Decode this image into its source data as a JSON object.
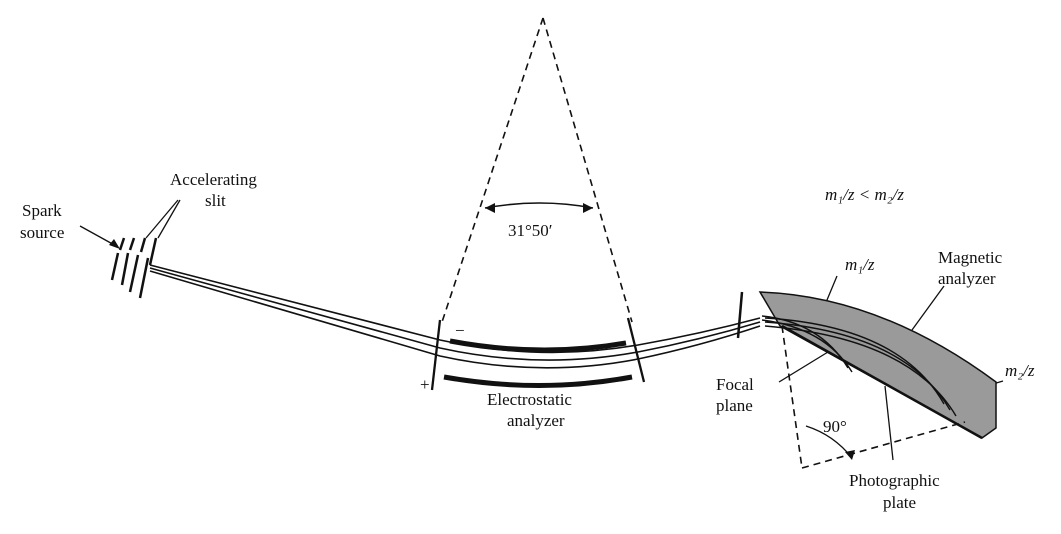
{
  "labels": {
    "spark_source_1": "Spark",
    "spark_source_2": "source",
    "accelerating_1": "Accelerating",
    "accelerating_2": "slit",
    "angle": "31°50′",
    "minus": "−",
    "plus": "+",
    "electrostatic_1": "Electrostatic",
    "electrostatic_2": "analyzer",
    "mass_relation": "m₁/z < m₂/z",
    "m1z": "m₁/z",
    "m2z": "m₂/z",
    "magnetic_1": "Magnetic",
    "magnetic_2": "analyzer",
    "focal_1": "Focal",
    "focal_2": "plane",
    "right_angle": "90°",
    "photographic_1": "Photographic",
    "photographic_2": "plate"
  },
  "colors": {
    "ink": "#111111",
    "magnet_fill": "#9a9a9a"
  }
}
